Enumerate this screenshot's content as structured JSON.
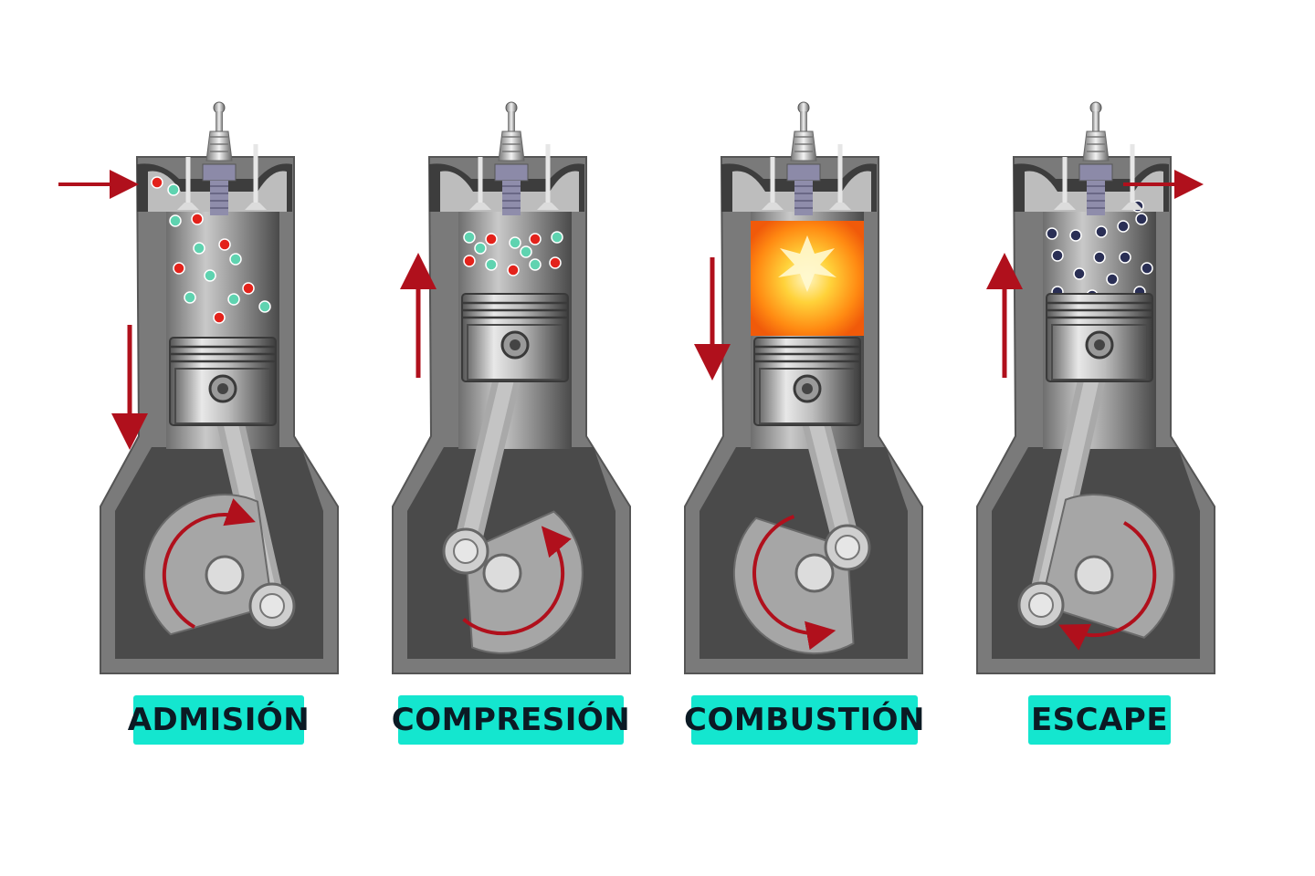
{
  "colors": {
    "label_bg": "#14e6cf",
    "label_text": "#0b1a24",
    "arrow": "#b0101c",
    "fuel_red": "#e3221b",
    "fuel_green": "#5fd3b0",
    "exhaust": "#2a2f55",
    "combustion": "#ff9a1a"
  },
  "icons": [
    "spark-plug-icon",
    "piston-icon",
    "connecting-rod-icon",
    "crankshaft-icon",
    "direction-arrow-icon",
    "rotation-arrow-icon",
    "flame-icon"
  ],
  "strokes": [
    {
      "label": "ADMISIÓN",
      "piston": "down",
      "rotation": "clockwise",
      "intake_arrow": true,
      "exhaust_arrow": false,
      "chamber": "fuel-air-mix"
    },
    {
      "label": "COMPRESIÓN",
      "piston": "up",
      "rotation": "counterclockwise",
      "intake_arrow": false,
      "exhaust_arrow": false,
      "chamber": "compressed-mix"
    },
    {
      "label": "COMBUSTIÓN",
      "piston": "down",
      "rotation": "counterclockwise",
      "intake_arrow": false,
      "exhaust_arrow": false,
      "chamber": "explosion"
    },
    {
      "label": "ESCAPE",
      "piston": "up",
      "rotation": "clockwise",
      "intake_arrow": false,
      "exhaust_arrow": true,
      "chamber": "exhaust-gas"
    }
  ]
}
